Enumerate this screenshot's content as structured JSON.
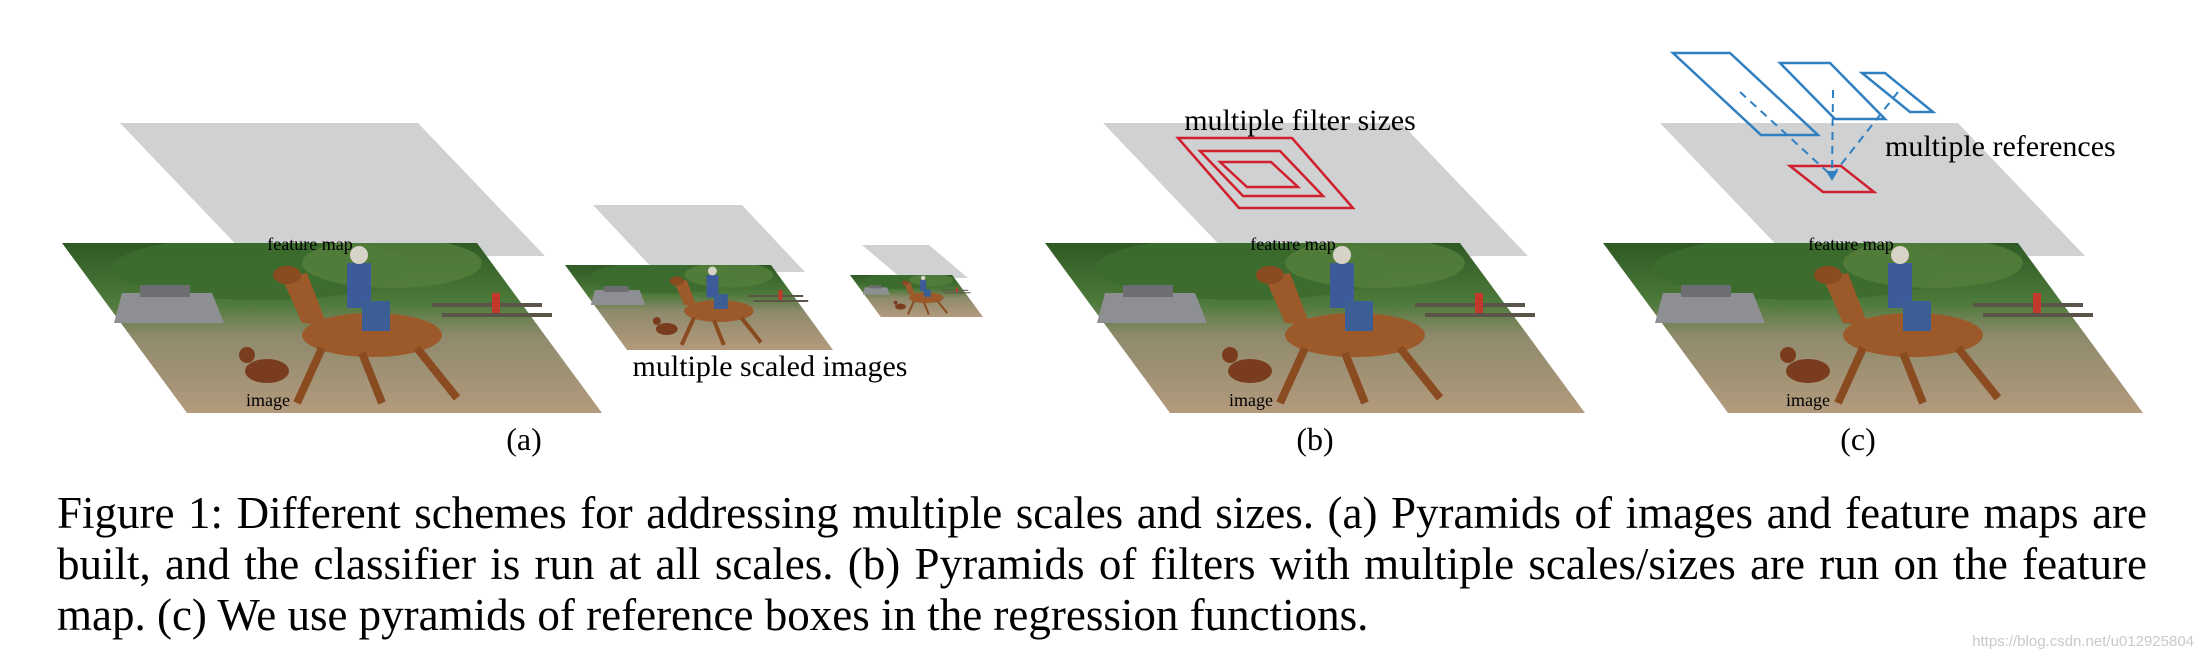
{
  "panels": [
    {
      "label": "(a)",
      "feature_map_label": "feature map",
      "image_label": "image",
      "annotation": "multiple scaled images"
    },
    {
      "label": "(b)",
      "feature_map_label": "feature map",
      "image_label": "image",
      "annotation": "multiple filter sizes"
    },
    {
      "label": "(c)",
      "feature_map_label": "feature map",
      "image_label": "image",
      "annotation": "multiple references"
    }
  ],
  "caption": "Figure 1: Different schemes for addressing multiple scales and sizes. (a) Pyramids of images and feature maps are built, and the classifier is run at all scales. (b) Pyramids of filters with multiple scales/sizes are run on the feature map. (c) We use pyramids of reference boxes in the regression functions.",
  "watermark": "https://blog.csdn.net/u012925804",
  "colors": {
    "feature_map": "#d0d1d3",
    "filter_box": "#d0202e",
    "reference_box": "#2f7fc1"
  }
}
